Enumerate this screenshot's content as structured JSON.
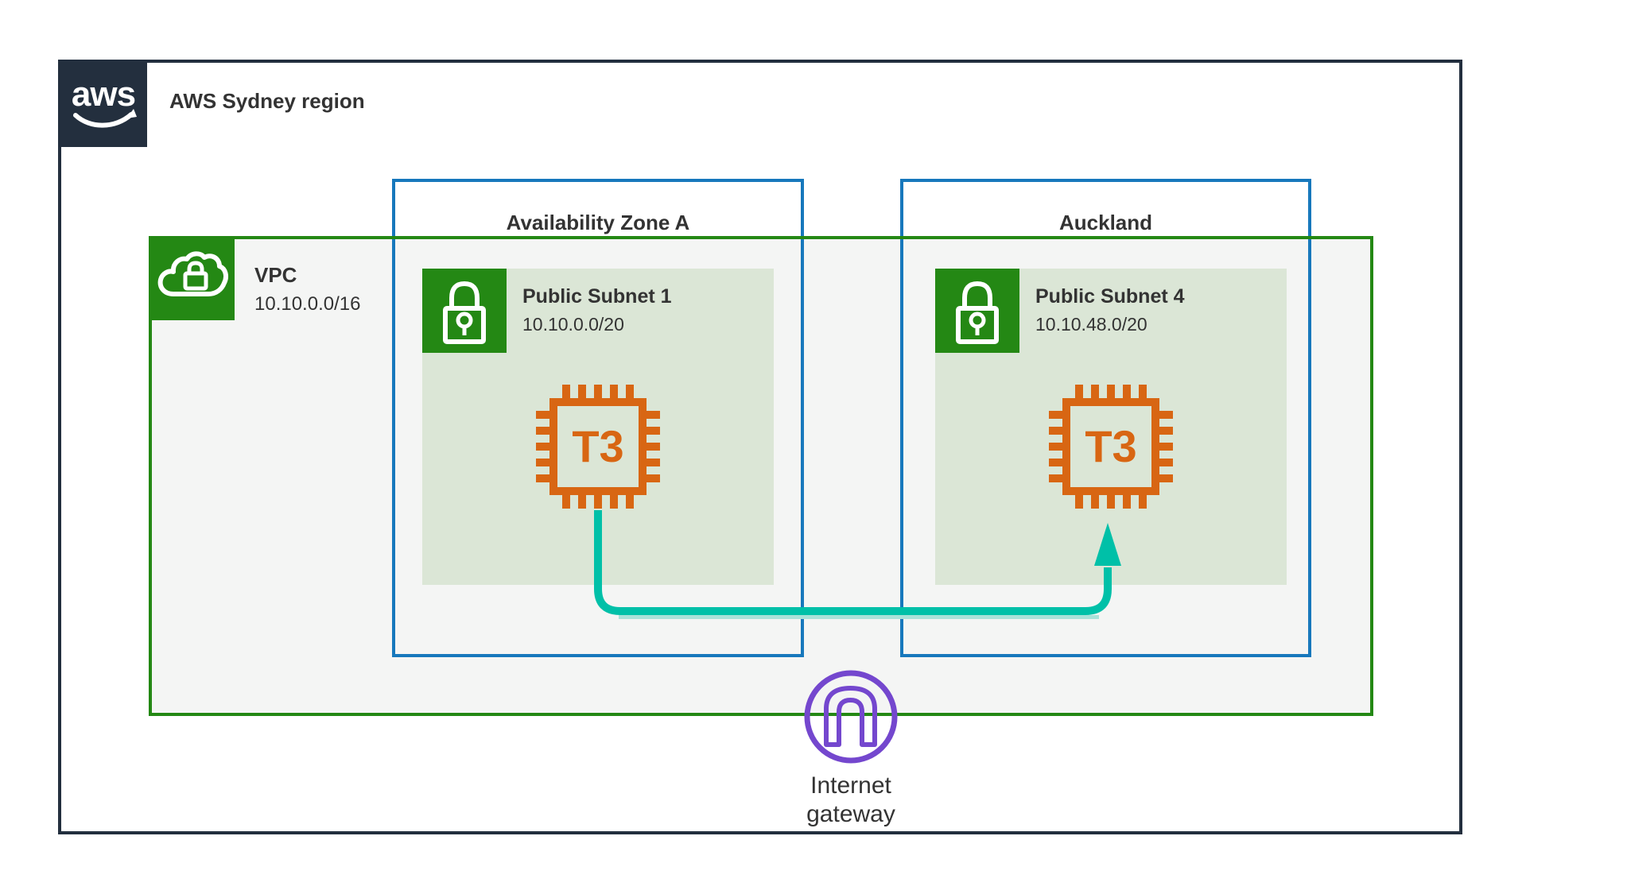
{
  "region": {
    "logo_text": "aws",
    "title": "AWS Sydney region"
  },
  "vpc": {
    "name": "VPC",
    "cidr": "10.10.0.0/16"
  },
  "zones": [
    {
      "label": "Availability Zone A",
      "subnet": {
        "name": "Public Subnet 1",
        "cidr": "10.10.0.0/20",
        "instance_type": "T3"
      }
    },
    {
      "label": "Auckland",
      "subnet": {
        "name": "Public Subnet 4",
        "cidr": "10.10.48.0/20",
        "instance_type": "T3"
      }
    }
  ],
  "internet_gateway": {
    "line1": "Internet",
    "line2": "gateway"
  },
  "connection": {
    "from": "Public Subnet 1 T3",
    "to": "Public Subnet 4 T3",
    "style": "arrow"
  },
  "icons": {
    "logo": "aws-smile-logo",
    "vpc": "cloud-lock-icon",
    "subnet": "padlock-icon",
    "instance": "chip-icon",
    "internet_gateway": "arch-gateway-icon"
  },
  "colors": {
    "region_border": "#232F3E",
    "vpc_green": "#248814",
    "az_blue": "#1778BC",
    "subnet_fill": "#DBE6D6",
    "vpc_fill": "#F4F5F4",
    "instance_orange": "#D86613",
    "connection_teal": "#00C0A8",
    "gateway_purple": "#7447CE"
  }
}
